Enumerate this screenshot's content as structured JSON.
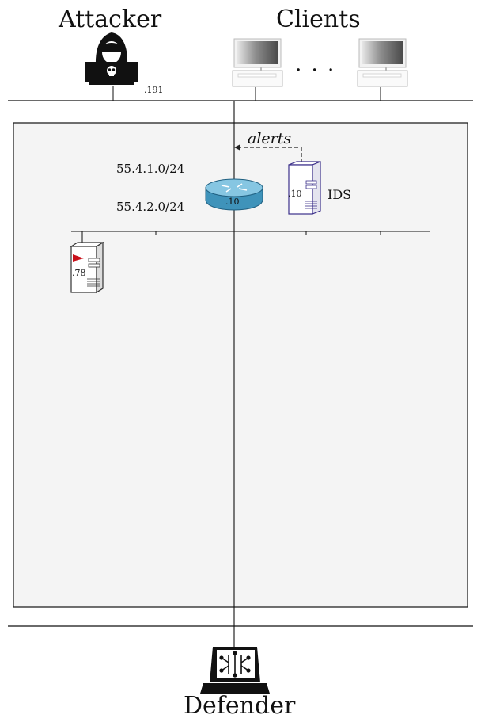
{
  "nodes": {
    "attacker": {
      "label": "Attacker",
      "ip": ".191"
    },
    "clients": {
      "label": "Clients",
      "ellipsis": ". . ."
    },
    "router": {
      "ip": ".10"
    },
    "ids": {
      "label": "IDS",
      "ip": ".10"
    },
    "server": {
      "ip": ".78"
    },
    "defender": {
      "label": "Defender"
    }
  },
  "subnets": [
    "55.4.1.0/24",
    "55.4.2.0/24"
  ],
  "edges": {
    "alert_label": "alerts"
  },
  "colors": {
    "panel_fill": "#f4f4f4",
    "router_body": "#3f93ba",
    "router_top": "#86c6e2",
    "ids_outline": "#3b2f8a",
    "server_flag": "#c8101a"
  }
}
